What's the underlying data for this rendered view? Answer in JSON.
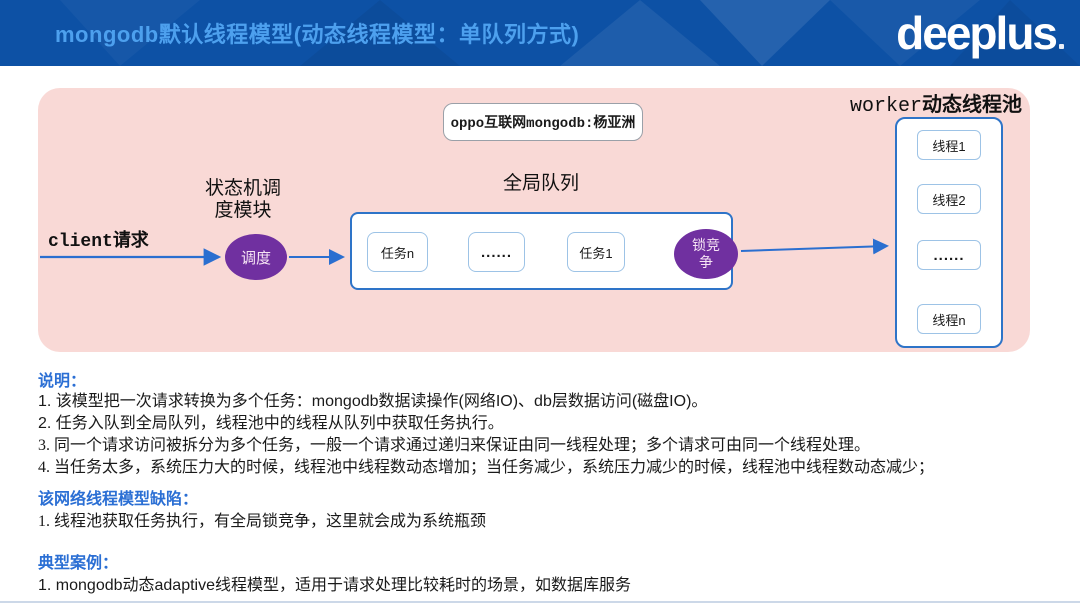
{
  "header": {
    "title": "mongodb默认线程模型(动态线程模型：单队列方式)",
    "logo": "deeplus"
  },
  "diagram": {
    "watermark": "oppo互联网mongodb:杨亚洲",
    "client_mono": "client",
    "client_cn": "请求",
    "scheduler_line1": "状态机调",
    "scheduler_line2": "度模块",
    "dispatch_label": "调度",
    "queue_title": "全局队列",
    "queue_items": [
      "任务n",
      "......",
      "任务1"
    ],
    "lock_line1": "锁竞",
    "lock_line2": "争",
    "pool_title_mono": "worker",
    "pool_title_cn": "动态线程池",
    "threads": [
      "线程1",
      "线程2",
      "......",
      "线程n"
    ]
  },
  "notes": {
    "s1_title": "说明：",
    "s1_items": [
      "1. 该模型把一次请求转换为多个任务：mongodb数据读操作(网络IO)、db层数据访问(磁盘IO)。",
      "2. 任务入队到全局队列，线程池中的线程从队列中获取任务执行。",
      "3. 同一个请求访问被拆分为多个任务，一般一个请求通过递归来保证由同一线程处理；多个请求可由同一个线程处理。",
      "4. 当任务太多，系统压力大的时候，线程池中线程数动态增加；当任务减少，系统压力减少的时候，线程池中线程数动态减少；"
    ],
    "s2_title": "该网络线程模型缺陷：",
    "s2_items": [
      "1. 线程池获取任务执行，有全局锁竞争，这里就会成为系统瓶颈"
    ],
    "s3_title": "典型案例：",
    "s3_items": [
      "1. mongodb动态adaptive线程模型，适用于请求处理比较耗时的场景，如数据库服务"
    ]
  },
  "colors": {
    "header_bg": "#0d51a5",
    "header_title": "#4da0ee",
    "logo_white": "#ffffff",
    "panel_pink": "#f9d9d6",
    "purple": "#7030a0",
    "arrow_blue": "#2b6fd0",
    "strong_border_blue": "#2e74c8",
    "light_border_blue": "#9dc3e6",
    "heading_blue": "#2b6fd4"
  }
}
